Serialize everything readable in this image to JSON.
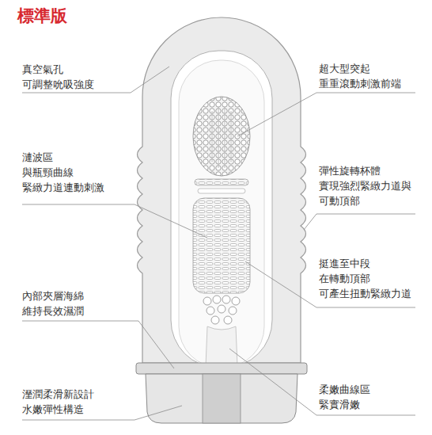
{
  "diagram": {
    "title": "標準版",
    "labels": [
      "真空氣孔 可調整吮吸強度",
      "超大型突起 重重滾動刺激前端",
      "漣波區 與瓶頸曲線 緊緻力道連動刺激",
      "彈性旋轉杯體 實現強烈緊緻力道與 可動頂部",
      "挺進至中段 在轉動頂部 可產生扭動緊緻力道",
      "內部夾層海綿 維持長效濕潤",
      "溼潤柔滑新設計 水嫩彈性構造",
      "柔嫩曲線區 緊實滑嫩"
    ]
  }
}
